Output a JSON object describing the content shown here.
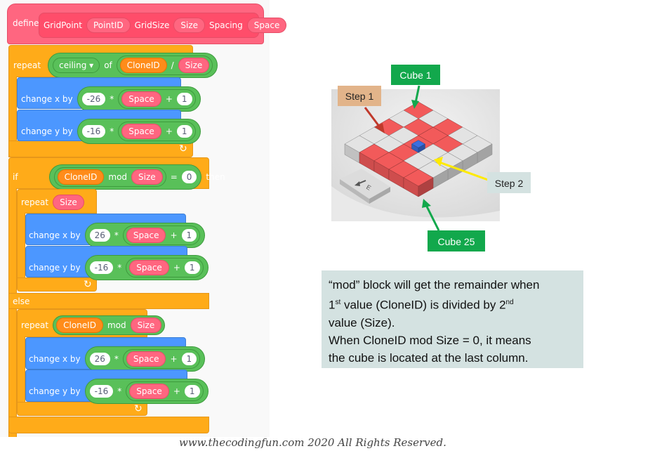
{
  "define_block": {
    "keyword": "define",
    "name": "GridPoint",
    "param1": "PointID",
    "label2": "GridSize",
    "param2": "Size",
    "label3": "Spacing",
    "param3": "Space"
  },
  "repeat_outer": {
    "keyword": "repeat",
    "dropdown": "ceiling",
    "of": "of",
    "var": "CloneID",
    "op": "/",
    "divisor": "Size"
  },
  "change_x1": {
    "label": "change x by",
    "num": "-26",
    "mul": "*",
    "var": "Space",
    "plus": "+",
    "add": "1"
  },
  "change_y1": {
    "label": "change y by",
    "num": "-16",
    "mul": "*",
    "var": "Space",
    "plus": "+",
    "add": "1"
  },
  "if_block": {
    "keyword": "if",
    "var": "CloneID",
    "mod": "mod",
    "divisor": "Size",
    "eq": "=",
    "value": "0",
    "then": "then"
  },
  "repeat_inner1": {
    "keyword": "repeat",
    "count": "Size"
  },
  "change_x2": {
    "label": "change x by",
    "num": "26",
    "mul": "*",
    "var": "Space",
    "plus": "+",
    "add": "1"
  },
  "change_y2": {
    "label": "change y by",
    "num": "-16",
    "mul": "*",
    "var": "Space",
    "plus": "+",
    "add": "1"
  },
  "else_label": "else",
  "repeat_inner2": {
    "keyword": "repeat",
    "var": "CloneID",
    "mod": "mod",
    "divisor": "Size"
  },
  "change_x3": {
    "label": "change x by",
    "num": "26",
    "mul": "*",
    "var": "Space",
    "plus": "+",
    "add": "1"
  },
  "change_y3": {
    "label": "change y by",
    "num": "-16",
    "mul": "*",
    "var": "Space",
    "plus": "+",
    "add": "1"
  },
  "annotations": {
    "cube1": "Cube 1",
    "step1": "Step 1",
    "step2": "Step 2",
    "cube25": "Cube 25",
    "key_label": "E"
  },
  "note": {
    "line1": "“mod” block will get the remainder when",
    "line2_a": "1",
    "line2_sup1": "st",
    "line2_b": " value (CloneID) is divided by 2",
    "line2_sup2": "nd",
    "line3": "value (Size).",
    "line4": "When CloneID mod Size = 0, it means",
    "line5": "the cube is located at the last column."
  },
  "footer": "www.thecodingfun.com 2020 All Rights Reserved.",
  "colors": {
    "define": "#ff6680",
    "control": "#ffab19",
    "motion": "#4c97ff",
    "operator": "#59c059",
    "variable": "#ff8c1a",
    "cube_red": "#f25a5a",
    "cube_grey": "#e3e3e3",
    "cube_blue": "#3c6fe0",
    "label_green": "#12a84c",
    "label_tan": "#e2b48a",
    "note_bg": "#d4e2e1"
  }
}
